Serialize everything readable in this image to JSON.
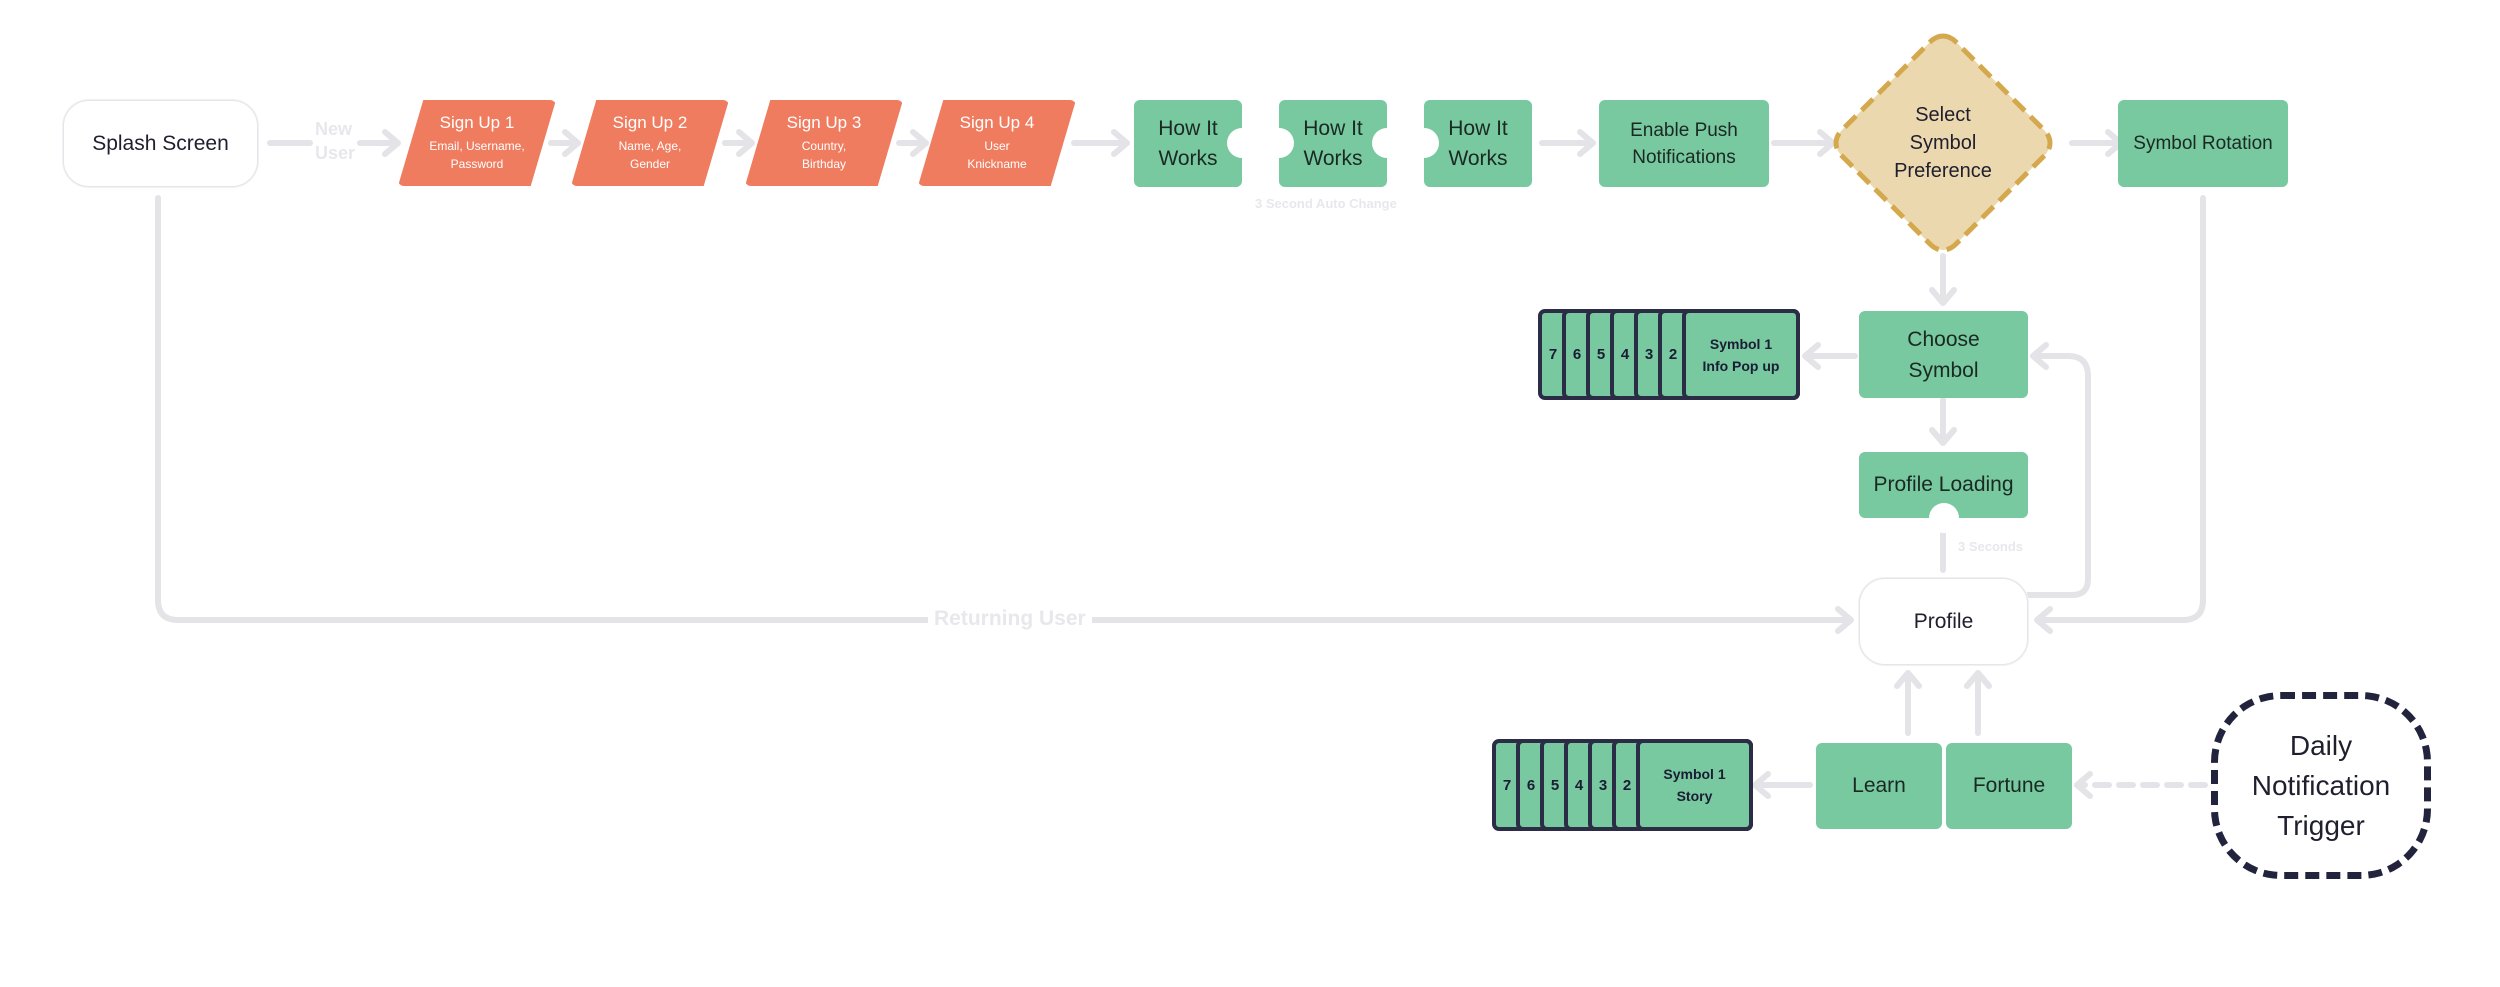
{
  "nodes": {
    "splash": "Splash Screen",
    "new_user": "New User",
    "signups": [
      {
        "title": "Sign Up 1",
        "sub": "Email, Username, Password"
      },
      {
        "title": "Sign Up 2",
        "sub": "Name, Age, Gender"
      },
      {
        "title": "Sign Up 3",
        "sub": "Country, Birthday"
      },
      {
        "title": "Sign Up 4",
        "sub": "User Knickname"
      }
    ],
    "how_it_works": [
      "How It Works",
      "How It Works",
      "How It Works"
    ],
    "auto_change": "3 Second Auto Change",
    "enable_push": "Enable Push Notifications",
    "select_symbol": "Select Symbol Preference",
    "symbol_rotation": "Symbol Rotation",
    "choose_symbol": "Choose Symbol",
    "symbol_info_stack": {
      "numbers": [
        "7",
        "6",
        "5",
        "4",
        "3",
        "2"
      ],
      "front": "Symbol 1 Info Pop up"
    },
    "profile_loading": "Profile Loading",
    "loading_seconds": "3 Seconds",
    "profile": "Profile",
    "returning_user": "Returning User",
    "learn": "Learn",
    "fortune": "Fortune",
    "story_stack": {
      "numbers": [
        "7",
        "6",
        "5",
        "4",
        "3",
        "2"
      ],
      "front": "Symbol 1 Story"
    },
    "daily_trigger": "Daily Notification Trigger"
  },
  "colors": {
    "screen_green": "#78c8a0",
    "signup_orange": "#f07c60",
    "decision_fill": "#ecd8ae",
    "decision_border": "#d4a94e",
    "card_border": "#2a2d45",
    "connector": "#e8e8ec"
  }
}
